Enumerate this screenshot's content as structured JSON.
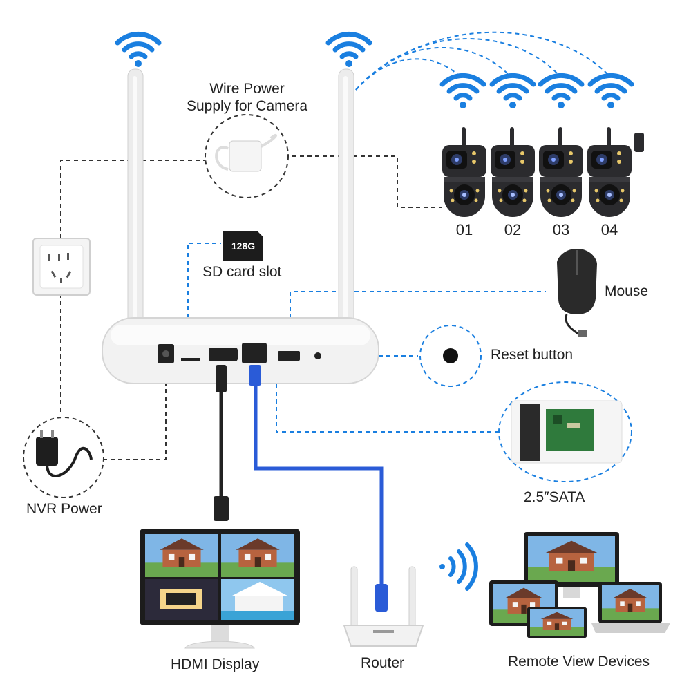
{
  "labels": {
    "wire_power": "Wire Power\nSupply for Camera",
    "sd_card_slot": "SD card slot",
    "sd_capacity": "128G",
    "mouse": "Mouse",
    "reset_button": "Reset button",
    "sata": "2.5″SATA",
    "nvr_power": "NVR Power",
    "hdmi_display": "HDMI Display",
    "router": "Router",
    "remote_view": "Remote View Devices"
  },
  "cameras": [
    {
      "number": "01"
    },
    {
      "number": "02"
    },
    {
      "number": "03"
    },
    {
      "number": "04"
    }
  ],
  "colors": {
    "wifi": "#1a7fe0",
    "dashed_blue": "#1a7fe0",
    "dashed_black": "#333333",
    "ethernet": "#2a5bd7",
    "device_white": "#f2f2f2",
    "camera_body": "#2b2b2e"
  }
}
